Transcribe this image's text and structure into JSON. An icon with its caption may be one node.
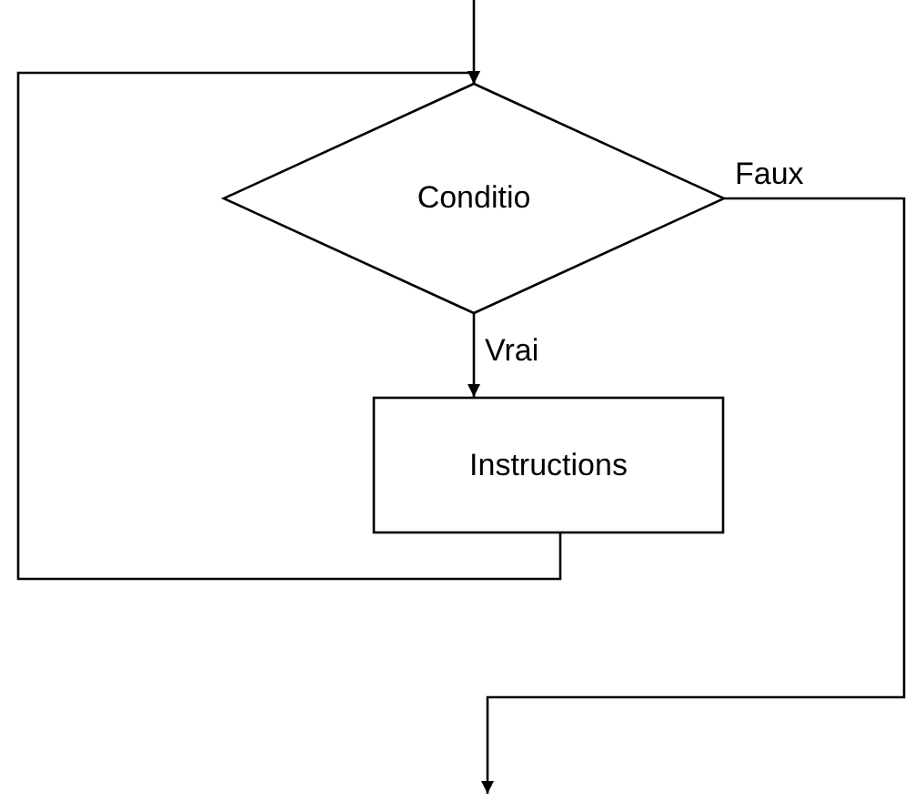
{
  "diagram": {
    "nodes": [
      {
        "text": [
          "Conditio"
        ]
      },
      {
        "text": [
          "Instructions"
        ]
      }
    ],
    "edges": [
      {
        "from": null,
        "to": 0,
        "arrow": "to"
      },
      {
        "from": 0,
        "to": 1,
        "arrow": "to",
        "label": "Vrai"
      },
      {
        "from": 1,
        "to": 0,
        "arrow": "to"
      },
      {
        "from": 0,
        "to": null,
        "arrow": "to",
        "label": "Faux"
      }
    ]
  }
}
